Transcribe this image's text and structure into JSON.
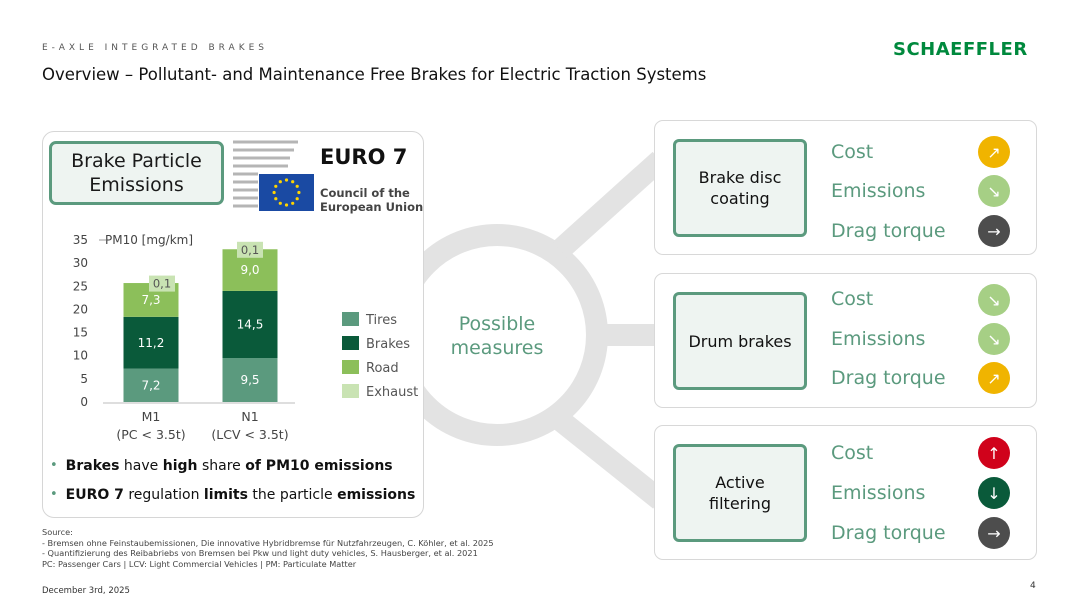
{
  "header": {
    "kicker": "E-AXLE INTEGRATED BRAKES",
    "logo": "SCHAEFFLER",
    "title": "Overview – Pollutant- and Maintenance Free Brakes for Electric Traction Systems"
  },
  "left": {
    "box_line1": "Brake Particle",
    "box_line2": "Emissions",
    "euro7": "EURO 7",
    "council_line1": "Council of the",
    "council_line2": "European Union",
    "bullets": [
      {
        "parts": [
          {
            "t": "Brakes",
            "b": true
          },
          {
            "t": " have ",
            "b": false
          },
          {
            "t": "high",
            "b": true
          },
          {
            "t": " share ",
            "b": false
          },
          {
            "t": "of PM10 emissions",
            "b": true
          }
        ]
      },
      {
        "parts": [
          {
            "t": "EURO 7",
            "b": true
          },
          {
            "t": " regulation ",
            "b": false
          },
          {
            "t": "limits",
            "b": true
          },
          {
            "t": " the particle ",
            "b": false
          },
          {
            "t": "emissions",
            "b": true
          }
        ]
      }
    ]
  },
  "chart_data": {
    "type": "bar",
    "stacked": true,
    "ylabel": "PM10 [mg/km]",
    "ylim": [
      0,
      35
    ],
    "yticks": [
      0,
      5,
      10,
      15,
      20,
      25,
      30,
      35
    ],
    "categories": [
      "M1",
      "N1"
    ],
    "category_sub": [
      "(PC < 3.5t)",
      "(LCV < 3.5t)"
    ],
    "series": [
      {
        "name": "Tires",
        "color": "#5b9a7e",
        "labels": [
          "7,2",
          "9,5"
        ],
        "values": [
          7.2,
          9.5
        ]
      },
      {
        "name": "Brakes",
        "color": "#0a5a3a",
        "labels": [
          "11,2",
          "14,5"
        ],
        "values": [
          11.2,
          14.5
        ]
      },
      {
        "name": "Road",
        "color": "#8cbf5a",
        "labels": [
          "7,3",
          "9,0"
        ],
        "values": [
          7.3,
          9.0
        ]
      },
      {
        "name": "Exhaust",
        "color": "#c9e3b3",
        "labels": [
          "0,1",
          "0,1"
        ],
        "values": [
          0.1,
          0.1
        ]
      }
    ],
    "legend_position": "right"
  },
  "center": {
    "possible_line1": "Possible",
    "possible_line2": "measures"
  },
  "measures": [
    {
      "title_line1": "Brake disc",
      "title_line2": "coating",
      "metrics": [
        {
          "label": "Cost",
          "icon": "arrow-up-right-icon",
          "glyph": "↗",
          "color": "yellow"
        },
        {
          "label": "Emissions",
          "icon": "arrow-down-right-icon",
          "glyph": "↘",
          "color": "lgreen"
        },
        {
          "label": "Drag torque",
          "icon": "arrow-right-icon",
          "glyph": "→",
          "color": "gray"
        }
      ]
    },
    {
      "title_line1": "Drum brakes",
      "title_line2": "",
      "metrics": [
        {
          "label": "Cost",
          "icon": "arrow-down-right-icon",
          "glyph": "↘",
          "color": "lgreen"
        },
        {
          "label": "Emissions",
          "icon": "arrow-down-right-icon",
          "glyph": "↘",
          "color": "lgreen"
        },
        {
          "label": "Drag torque",
          "icon": "arrow-up-right-icon",
          "glyph": "↗",
          "color": "yellow"
        }
      ]
    },
    {
      "title_line1": "Active",
      "title_line2": "filtering",
      "metrics": [
        {
          "label": "Cost",
          "icon": "arrow-up-icon",
          "glyph": "↑",
          "color": "red"
        },
        {
          "label": "Emissions",
          "icon": "arrow-down-icon",
          "glyph": "↓",
          "color": "dgreen"
        },
        {
          "label": "Drag torque",
          "icon": "arrow-right-icon",
          "glyph": "→",
          "color": "gray"
        }
      ]
    }
  ],
  "footer": {
    "source_title": "Source:",
    "source_1": "- Bremsen ohne Feinstaubemissionen, Die innovative Hybridbremse für Nutzfahrzeugen, C. Köhler, et al. 2025",
    "source_2": "- Quantifizierung des Reibabriebs von Bremsen bei Pkw und light duty vehicles, S. Hausberger, et al. 2021",
    "abbrev": "PC: Passenger Cars | LCV: Light Commercial Vehicles | PM: Particulate Matter",
    "date": "December 3rd, 2025",
    "page": "4"
  },
  "colors": {
    "accent": "#5b9a7e",
    "brand": "#00893d",
    "yellow": "#f0b400",
    "lgreen": "#a6cf85",
    "gray": "#4d4d4d",
    "red": "#d0021b",
    "dgreen": "#0a5a3a"
  }
}
